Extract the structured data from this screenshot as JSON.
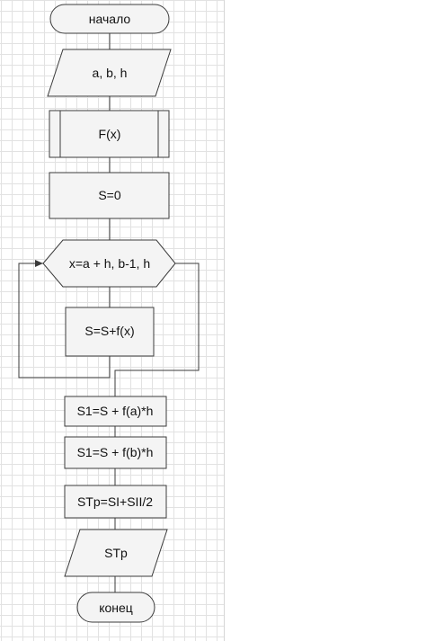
{
  "flowchart": {
    "start": "начало",
    "input": "a, b, h",
    "subprocess": "F(x)",
    "init": "S=0",
    "loop": "x=a + h, b-1, h",
    "body": "S=S+f(x)",
    "step1": "S1=S + f(a)*h",
    "step2": "S1=S + f(b)*h",
    "step3": "STp=SI+SII/2",
    "output": "STp",
    "end": "конец"
  }
}
